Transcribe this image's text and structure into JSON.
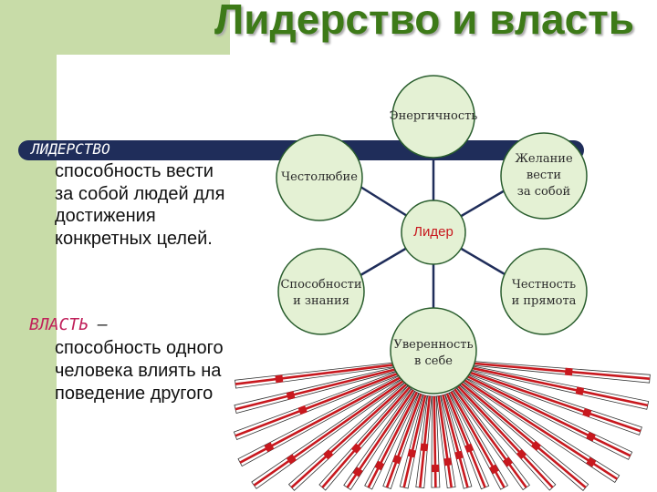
{
  "slide": {
    "title": "Лидерство и власть",
    "leadership": {
      "term": "ЛИДЕРСТВО",
      "definition": "способность вести за собой людей для достижения конкретных целей."
    },
    "power": {
      "term": "ВЛАСТЬ",
      "dash": "–",
      "definition": "способность одного человека влиять на поведение другого"
    }
  },
  "diagram": {
    "center": "Лидер",
    "nodes": {
      "top": "Энергичность",
      "upper_left": "Честолюбие",
      "upper_right": [
        "Желание",
        "вести",
        "за собой"
      ],
      "lower_left": [
        "Способности",
        "и знания"
      ],
      "lower_right": [
        "Честность",
        "и прямота"
      ],
      "bottom": [
        "Уверенность",
        "в себе"
      ]
    }
  },
  "colors": {
    "title": "#3d7a18",
    "band": "#c8dca8",
    "bar": "#1f2d5a",
    "node_fill": "#e4f1d4",
    "node_stroke": "#2a5e2e",
    "center_label": "#c8181e",
    "power_term": "#c0205a",
    "rays": "#c8181e"
  }
}
